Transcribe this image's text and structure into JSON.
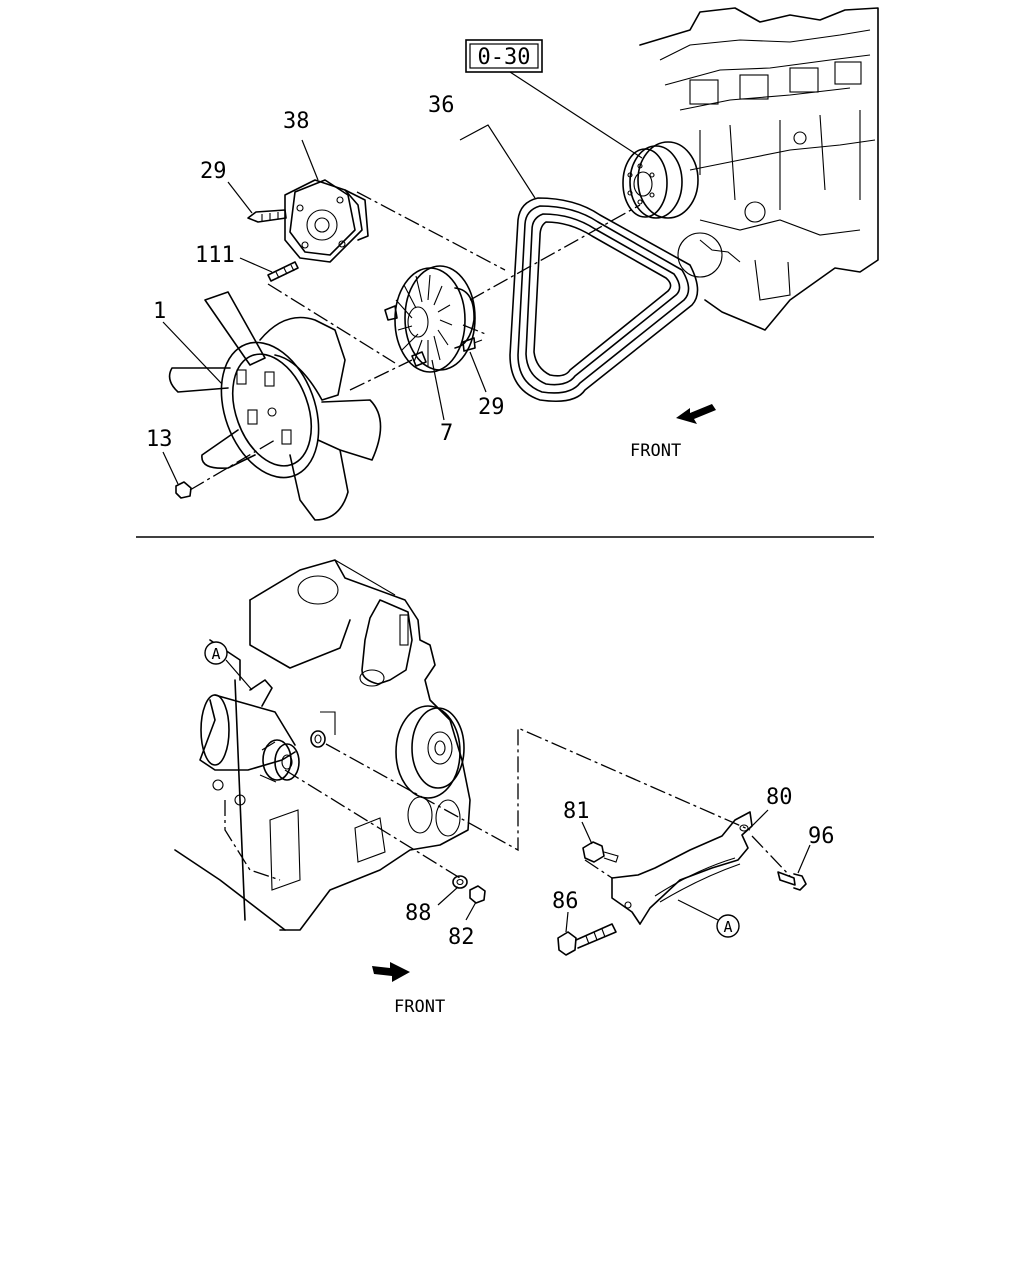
{
  "ref_box": "0-30",
  "front_top": "FRONT",
  "front_bottom": "FRONT",
  "callouts_top": {
    "fan_blade": "1",
    "fan_clutch": "7",
    "nut": "13",
    "bolt_upper": "29",
    "bolt_lower": "29",
    "belt": "36",
    "fan_pulley": "38",
    "stud": "111"
  },
  "callouts_bottom": {
    "adjusting_plate": "80",
    "bolt_81": "81",
    "nut_82": "82",
    "bolt_86": "86",
    "washer_88": "88",
    "bolt_96": "96"
  },
  "reference_marks": {
    "mark_on_engine": "A",
    "mark_on_bracket": "A"
  }
}
